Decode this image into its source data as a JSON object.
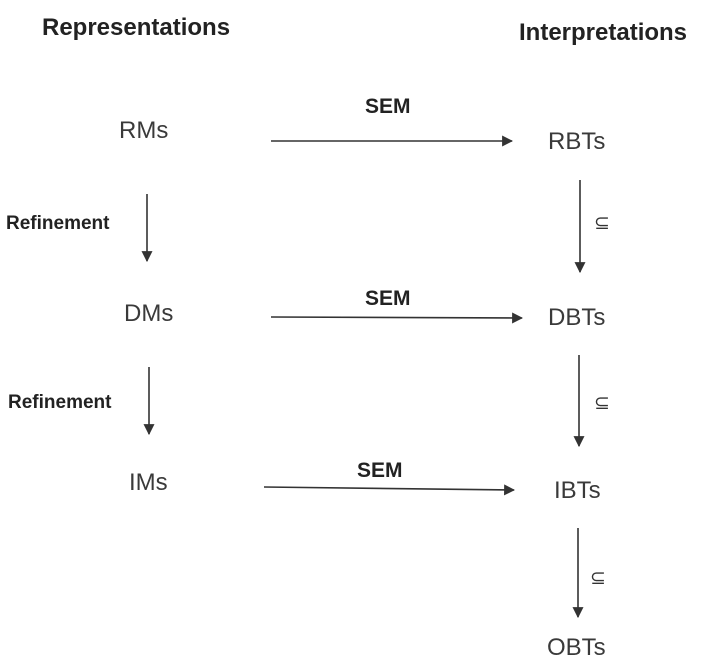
{
  "headers": {
    "left": "Representations",
    "right": "Interpretations"
  },
  "nodes": {
    "rms": "RMs",
    "dms": "DMs",
    "ims": "IMs",
    "rbts": "RBTs",
    "dbts": "DBTs",
    "ibts": "IBTs",
    "obts": "OBTs"
  },
  "edges": {
    "sem_1": "SEM",
    "sem_2": "SEM",
    "sem_3": "SEM",
    "refinement_1": "Refinement",
    "refinement_2": "Refinement",
    "subset_1": "⊆",
    "subset_2": "⊆",
    "subset_3": "⊆"
  },
  "colors": {
    "arrow": "#333333",
    "text": "#3a3a3a",
    "label": "#222222"
  }
}
